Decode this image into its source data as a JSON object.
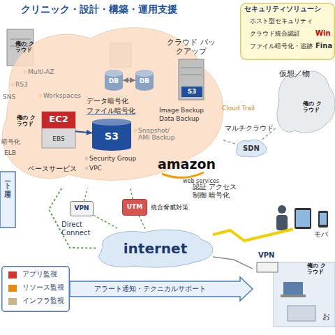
{
  "diagram": {
    "title": "クリニック・設計・構築・運用支援",
    "nodes": [
      {
        "text": [
          "amazon",
          "web services"
        ]
      },
      {
        "text": [
          "DB"
        ],
        "in": 0
      },
      {
        "text": [
          "DB"
        ],
        "in": 0
      },
      {
        "text": [
          "EC2",
          "EBS"
        ],
        "in": 0
      },
      {
        "text": [
          "S3"
        ],
        "in": 0
      },
      {
        "text": [
          "クラウド バックアップ",
          "S3"
        ]
      },
      {
        "text": [
          "internet"
        ]
      },
      {
        "text": [
          "VPN"
        ]
      },
      {
        "text": [
          "UTM"
        ]
      },
      {
        "text": [
          "仮想／物",
          "俺の クラウド"
        ]
      },
      {
        "text": [
          "SDN"
        ]
      },
      {
        "text": [
          "モバ"
        ]
      },
      {
        "text": [
          "VPN",
          "お"
        ]
      },
      {
        "text": [
          "アプリ監視",
          "リソース監視",
          "インフラ監視"
        ]
      },
      {
        "text": [
          "セキュリティソリューシ",
          "ホスト型セキュリティ",
          "クラウド統合認証",
          "ファイル暗号化・追跡",
          "Win",
          "Fina"
        ]
      }
    ],
    "edges": [
      {
        "from": 1,
        "to": 2,
        "arrow": "both"
      },
      {
        "from": 3,
        "to": 4,
        "arrow": "to"
      },
      {
        "from": 0,
        "to": 10,
        "label": "マルチクラウド",
        "arrow": "none"
      },
      {
        "from": 10,
        "to": 9,
        "arrow": "none"
      },
      {
        "from": 7,
        "to": 0,
        "arrow": "none"
      },
      {
        "from": 8,
        "to": 0,
        "arrow": "none"
      },
      {
        "from": 7,
        "to": 6,
        "arrow": "none"
      },
      {
        "from": 8,
        "to": 6,
        "arrow": "none"
      },
      {
        "from": 0,
        "to": 6,
        "label": "Direct Connect",
        "arrow": "none"
      },
      {
        "from": 6,
        "to": 11,
        "label": "認証 アクセス制御 暗号化",
        "arrow": "none"
      },
      {
        "from": 6,
        "to": 12,
        "arrow": "none"
      },
      {
        "from": 13,
        "to": 12,
        "label": "アラート通知・テクニカルサポート",
        "arrow": "to"
      }
    ],
    "labels": [
      "俺の クラウド",
      "Multi-AZ",
      "RS3",
      "SNS",
      "Workspaces",
      "データ暗号化",
      "ファイル暗号化",
      "俺の クラウド",
      "暗号化",
      "ELB",
      "Image Backup",
      "Data Backup",
      "Cloud Trail",
      "Snapshot/ AMI Backup",
      "Security Group",
      "VPC",
      "ベースサービス",
      "統合脅威対策",
      "ート・運用",
      "俺の クラウド"
    ]
  }
}
